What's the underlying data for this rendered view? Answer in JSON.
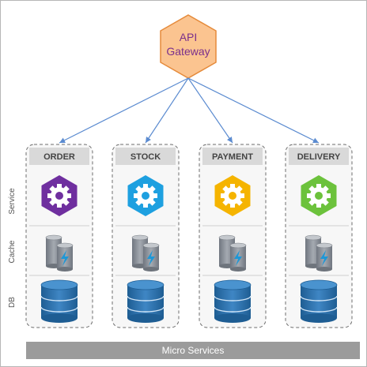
{
  "gateway": {
    "line1": "API",
    "line2": "Gateway",
    "fill": "#fbc490",
    "stroke": "#e58a3a",
    "text_color": "#7a2f8c"
  },
  "rows": {
    "service": "Service",
    "cache": "Cache",
    "db": "DB"
  },
  "services": [
    {
      "title": "ORDER",
      "color": "#6f2f9f",
      "icons": [
        "gear-icon",
        "cache-icon",
        "database-icon"
      ]
    },
    {
      "title": "STOCK",
      "color": "#1ea0e0",
      "icons": [
        "gear-icon",
        "cache-icon",
        "database-icon"
      ]
    },
    {
      "title": "PAYMENT",
      "color": "#f5b400",
      "icons": [
        "gear-icon",
        "cache-icon",
        "database-icon"
      ]
    },
    {
      "title": "DELIVERY",
      "color": "#6cc23c",
      "icons": [
        "gear-icon",
        "cache-icon",
        "database-icon"
      ]
    }
  ],
  "footer": {
    "label": "Micro Services",
    "color": "#9b9b9b"
  },
  "colors": {
    "arrow": "#5b8bd0",
    "db_blue": "#2e6fa8",
    "cache_gray": "#8a8f96",
    "bolt": "#1f97d6"
  }
}
